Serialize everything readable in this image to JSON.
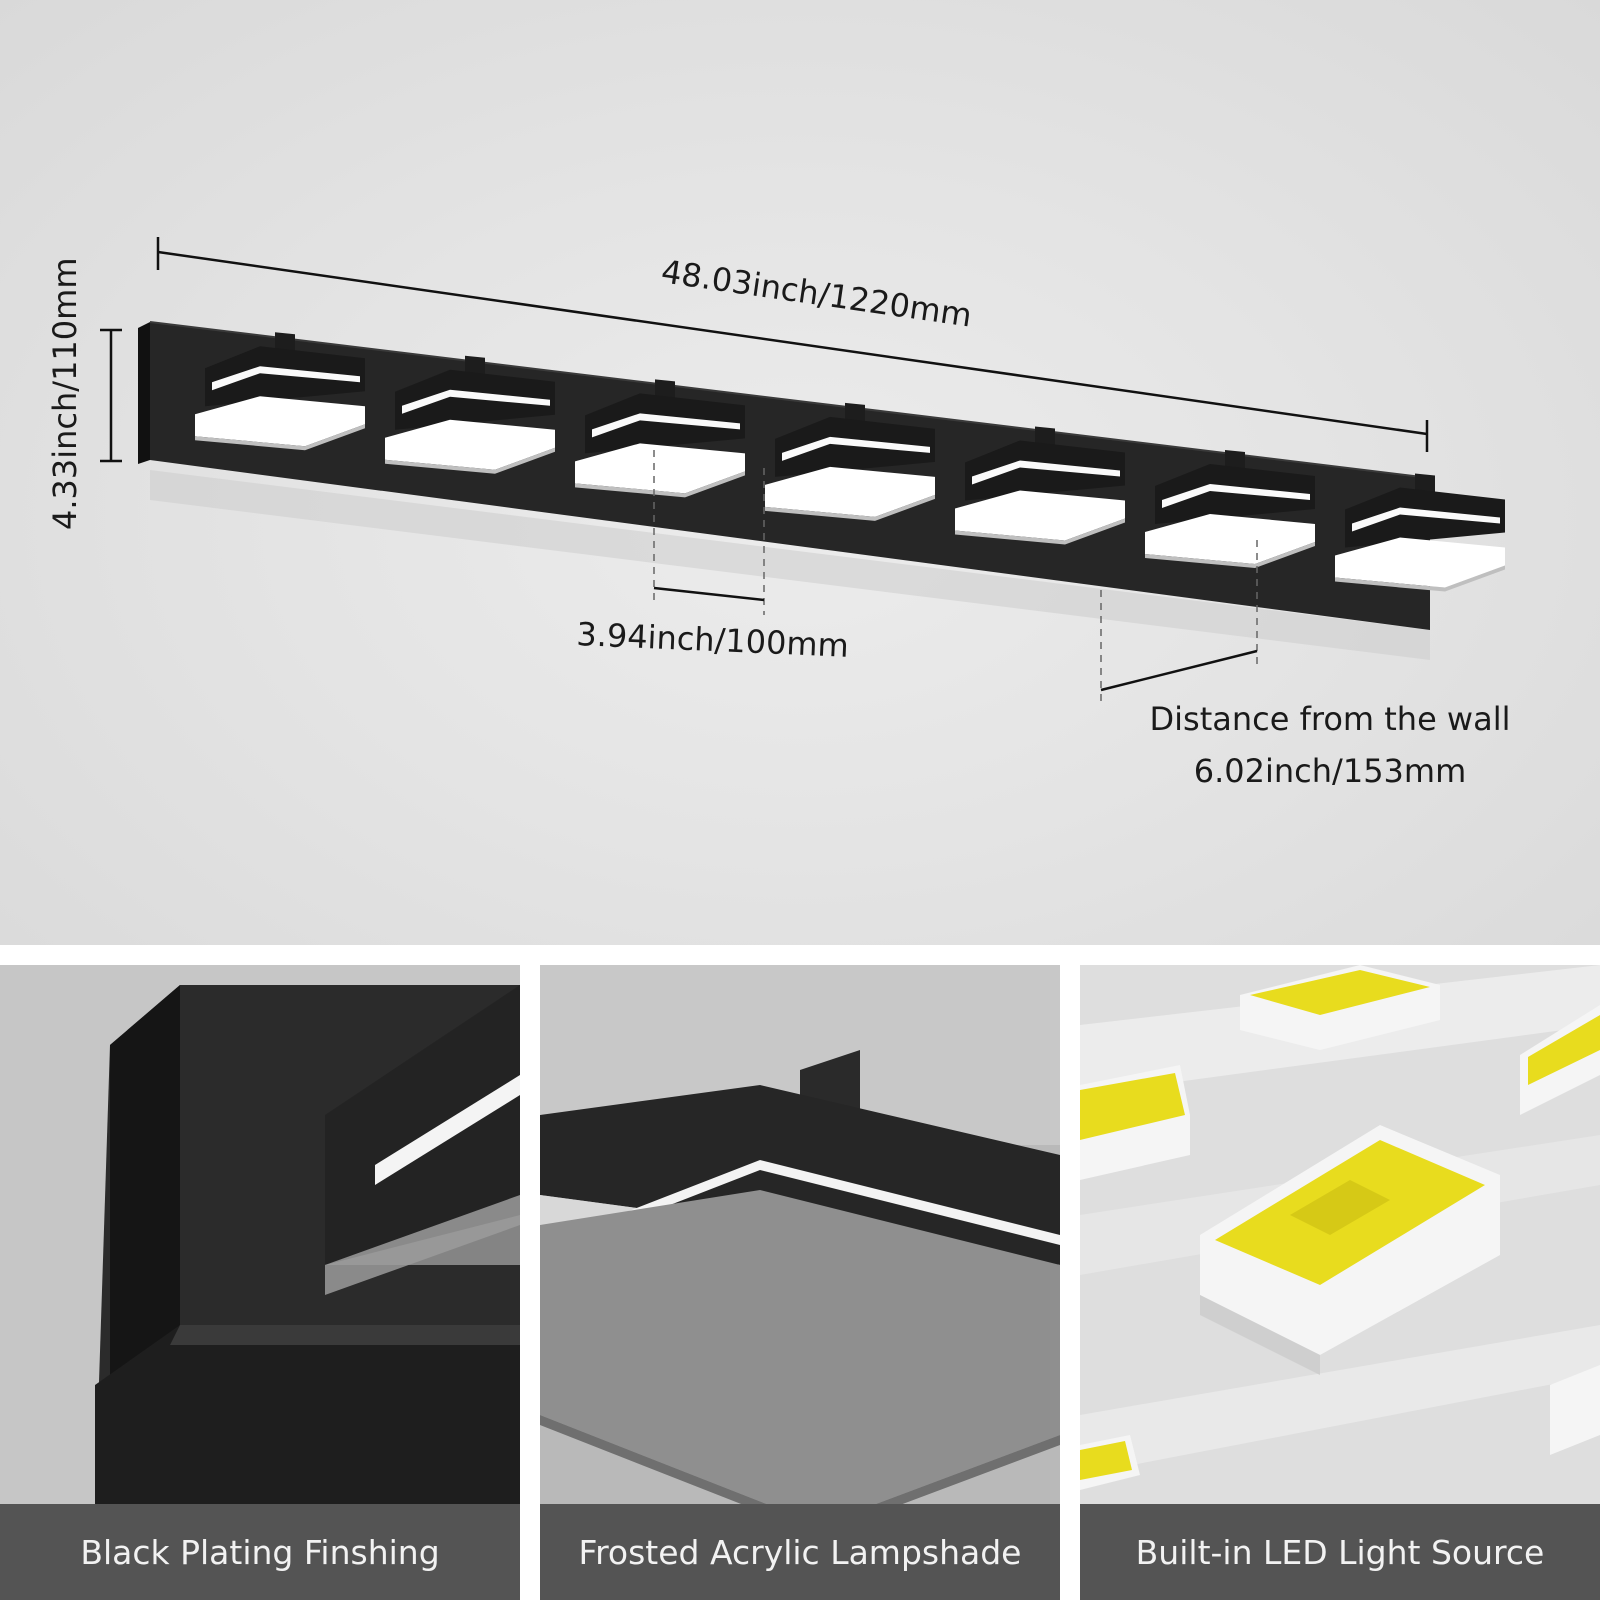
{
  "dimensions": {
    "length_label": "48.03inch/1220mm",
    "height_label": "4.33inch/110mm",
    "shade_width_label": "3.94inch/100mm",
    "wall_distance_title": "Distance from the wall",
    "wall_distance_value": "6.02inch/153mm"
  },
  "features": [
    {
      "caption": "Black Plating Finshing"
    },
    {
      "caption": "Frosted Acrylic Lampshade"
    },
    {
      "caption": "Built-in LED Light Source"
    }
  ],
  "colors": {
    "fixture_black": "#222222",
    "led_yellow": "#e8dc1e",
    "caption_bar": "#545454"
  }
}
